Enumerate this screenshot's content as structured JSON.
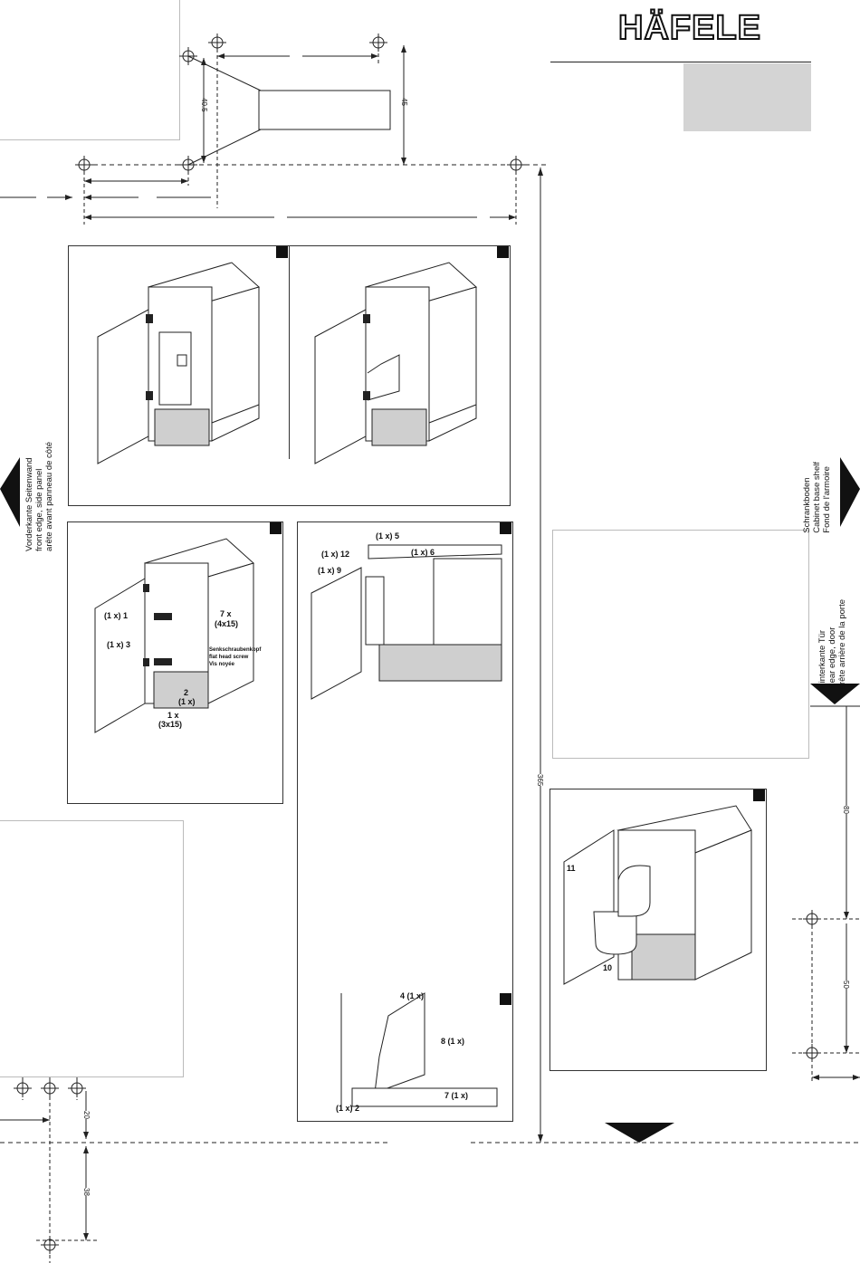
{
  "brand": {
    "logo": "HÄFELE"
  },
  "dimensions": {
    "d405": "40.5",
    "d45": "45",
    "d365": "365",
    "d80": "80",
    "d50": "50",
    "d20": "20",
    "d38": "38"
  },
  "side_labels": {
    "left": [
      "Vorderkante Seitenwand",
      "front edge, side panel",
      "arête avant panneau de côté"
    ],
    "right_top": [
      "Schrankboden",
      "Cabinet base shelf",
      "Fond de l'armoire"
    ],
    "right_mid": [
      "Hinterkante Tür",
      "Rear edge, door",
      "arête arrière de la porte"
    ]
  },
  "step3_labels": {
    "part1": "(1 x) 1",
    "part3": "(1 x) 3",
    "screws7": "7 x",
    "screws7_size": "(4x15)",
    "part2": "2",
    "part2_qty": "(1 x)",
    "screw1": "1 x",
    "screw1_size": "(3x15)",
    "note": [
      "Senkschraubenkopf",
      "flat head screw",
      "Vis noyée"
    ]
  },
  "step4_labels": {
    "p5": "(1 x) 5",
    "p12": "(1 x) 12",
    "p6": "(1 x) 6",
    "p9": "(1 x) 9"
  },
  "step5_labels": {
    "p4": "4 (1 x)",
    "p8": "8 (1 x)",
    "p7": "7 (1 x)",
    "p2": "(1 x) 2"
  },
  "step6_labels": {
    "p11": "11",
    "p10": "10"
  }
}
